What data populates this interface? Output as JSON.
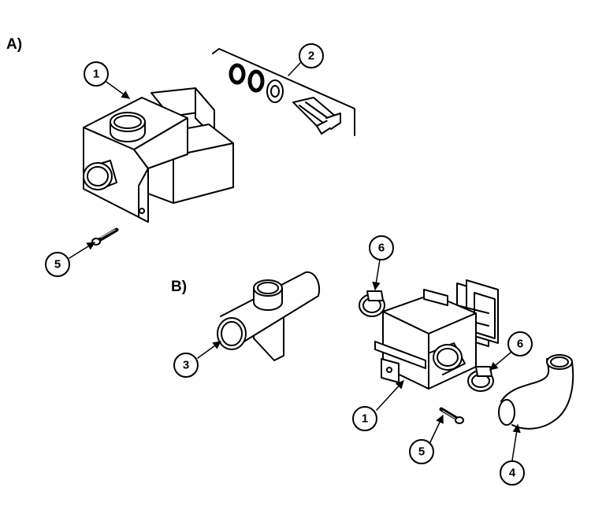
{
  "sections": [
    {
      "label": "A)"
    },
    {
      "label": "B)"
    }
  ],
  "callouts": [
    {
      "id": "a-1",
      "number": "1"
    },
    {
      "id": "a-2",
      "number": "2"
    },
    {
      "id": "a-5",
      "number": "5"
    },
    {
      "id": "b-3",
      "number": "3"
    },
    {
      "id": "b-6-top",
      "number": "6"
    },
    {
      "id": "b-6-right",
      "number": "6"
    },
    {
      "id": "b-1",
      "number": "1"
    },
    {
      "id": "b-5",
      "number": "5"
    },
    {
      "id": "b-4",
      "number": "4"
    }
  ]
}
